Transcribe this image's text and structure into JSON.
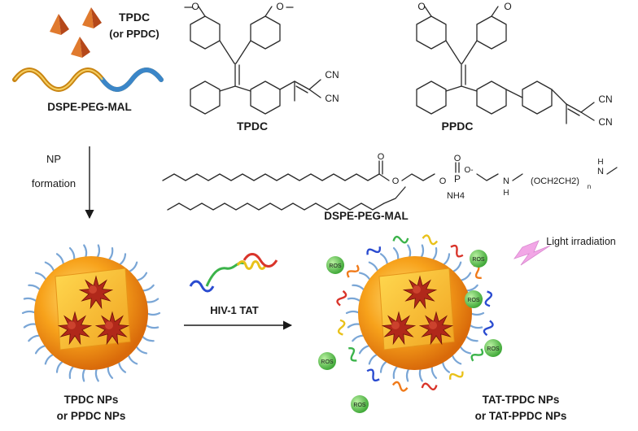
{
  "top_left": {
    "dye_label": "TPDC",
    "dye_alt": "(or PPDC)",
    "lipid_label": "DSPE-PEG-MAL"
  },
  "structures": {
    "tpdc_name": "TPDC",
    "ppdc_name": "PPDC",
    "cn": "CN",
    "methoxy": "O",
    "lipid_name": "DSPE-PEG-MAL",
    "p": "P",
    "o": "O",
    "o_minus": "O-",
    "nh4": "NH4",
    "h": "H",
    "n": "N",
    "peg": "(OCH2CH2)",
    "peg_n": "n",
    "o_atoms": [
      "O",
      "O",
      "O",
      "O",
      "O",
      "O",
      "O",
      "O"
    ],
    "n_atoms": [
      "N",
      "N"
    ],
    "h_atoms": [
      "H",
      "H"
    ]
  },
  "step1": {
    "line1": "NP",
    "line2": "formation"
  },
  "step2": {
    "reagent": "HIV-1 TAT"
  },
  "light": {
    "label": "Light irradiation"
  },
  "ros": {
    "label": "ROS"
  },
  "np_left": {
    "line1": "TPDC NPs",
    "line2": "or PPDC NPs"
  },
  "np_right": {
    "line1": "TAT-TPDC NPs",
    "line2": "or TAT-PPDC NPs"
  },
  "colors": {
    "sphere_outer": "#f7a21b",
    "sphere_inner": "#ffd54a",
    "dye": "#b0281a",
    "peg": "#7aa6d6",
    "ros": "#58c24a",
    "lightning": "#f2a6e6"
  }
}
